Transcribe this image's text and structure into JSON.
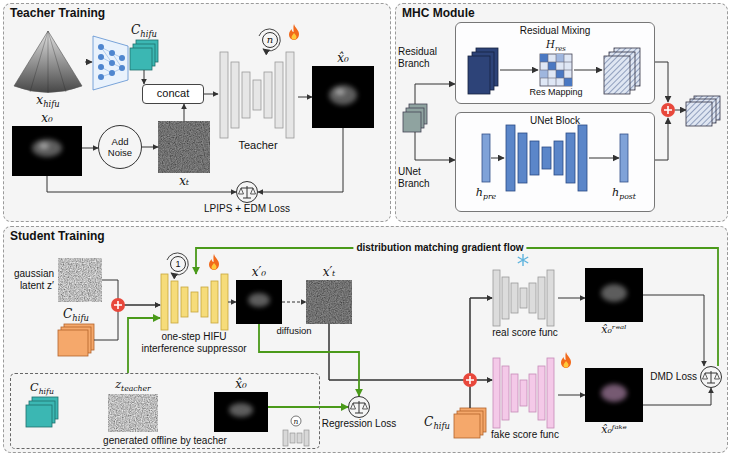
{
  "diagram": {
    "nodes": [
      {
        "text": [
          "Teacher Training"
        ]
      },
      {
        "text": [
          "xhifu"
        ],
        "in": 0
      },
      {
        "text": [
          "Chifu"
        ],
        "in": 0
      },
      {
        "text": [
          "concat"
        ],
        "in": 0
      },
      {
        "text": [
          "x₀"
        ],
        "in": 0
      },
      {
        "text": [
          "Add Noise"
        ],
        "in": 0
      },
      {
        "text": [
          "xₜ"
        ],
        "in": 0
      },
      {
        "text": [
          "n"
        ],
        "in": 0
      },
      {
        "text": [
          "Teacher"
        ],
        "in": 0
      },
      {
        "text": [
          "x̂₀"
        ],
        "in": 0
      },
      {
        "text": [
          "LPIPS + EDM Loss"
        ],
        "in": 0
      },
      {
        "text": [
          "MHC Module"
        ]
      },
      {
        "text": [
          "Residual Mixing"
        ],
        "in": 11
      },
      {
        "text": [
          "Hres",
          "Res Mapping"
        ],
        "in": 12
      },
      {
        "text": [
          "UNet Block"
        ],
        "in": 11
      },
      {
        "text": [
          "Student Training"
        ]
      },
      {
        "text": [
          "gaussian latent z′"
        ],
        "in": 15
      },
      {
        "text": [
          "Chifu"
        ],
        "in": 15
      },
      {
        "text": [
          "1"
        ],
        "in": 15
      },
      {
        "text": [
          "one-step HIFU interference suppressor"
        ],
        "in": 15
      },
      {
        "text": [
          "x′₀"
        ],
        "in": 15
      },
      {
        "text": [
          "x′ₜ"
        ],
        "in": 15
      },
      {
        "text": [
          "real score func"
        ],
        "in": 15
      },
      {
        "text": [
          "x̂₀ʳᵉᵃˡ"
        ],
        "in": 15
      },
      {
        "text": [
          "fake score func"
        ],
        "in": 15
      },
      {
        "text": [
          "x̂₀ᶠᵃᵏᵉ"
        ],
        "in": 15
      },
      {
        "text": [
          "Chifu"
        ],
        "in": 15
      },
      {
        "text": [
          "DMD Loss"
        ],
        "in": 15
      },
      {
        "text": [
          "generated offline by teacher"
        ],
        "in": 15
      },
      {
        "text": [
          "Chifu"
        ],
        "in": 28
      },
      {
        "text": [
          "zteacher"
        ],
        "in": 28
      },
      {
        "text": [
          "x̂₀"
        ],
        "in": 28
      },
      {
        "text": [
          "Regression Loss"
        ],
        "in": 15
      }
    ],
    "edges": [
      {
        "from": 2,
        "to": 3,
        "arrow": "to"
      },
      {
        "from": 4,
        "to": 5,
        "arrow": "to"
      },
      {
        "from": 5,
        "to": 6,
        "arrow": "to"
      },
      {
        "from": 6,
        "to": 3,
        "arrow": "to"
      },
      {
        "from": 3,
        "to": 8,
        "arrow": "to"
      },
      {
        "from": 8,
        "to": 9,
        "arrow": "to"
      },
      {
        "from": 4,
        "to": 10,
        "arrow": "to"
      },
      {
        "from": 9,
        "to": 10,
        "arrow": "to"
      },
      {
        "from": 16,
        "to": 19,
        "arrow": "to"
      },
      {
        "from": 17,
        "to": 19,
        "arrow": "to"
      },
      {
        "from": 19,
        "to": 20,
        "arrow": "to"
      },
      {
        "from": 20,
        "to": 21,
        "label": "diffusion",
        "arrow": "to"
      },
      {
        "from": 21,
        "to": 22,
        "arrow": "to"
      },
      {
        "from": 21,
        "to": 24,
        "arrow": "to"
      },
      {
        "from": 26,
        "to": 22,
        "arrow": "to"
      },
      {
        "from": 26,
        "to": 24,
        "arrow": "to"
      },
      {
        "from": 22,
        "to": 23,
        "arrow": "to"
      },
      {
        "from": 24,
        "to": 25,
        "arrow": "to"
      },
      {
        "from": 23,
        "to": 27,
        "arrow": "to"
      },
      {
        "from": 25,
        "to": 27,
        "arrow": "to"
      },
      {
        "from": 27,
        "to": 19,
        "label": "distribution matching gradient flow",
        "arrow": "to"
      },
      {
        "from": 20,
        "to": 32,
        "arrow": "to"
      },
      {
        "from": 31,
        "to": 32,
        "arrow": "to"
      },
      {
        "from": 28,
        "to": 19,
        "arrow": "to"
      }
    ],
    "labels": [
      "Residual Branch",
      "UNet Branch",
      "hpre",
      "hpost",
      "n"
    ]
  }
}
